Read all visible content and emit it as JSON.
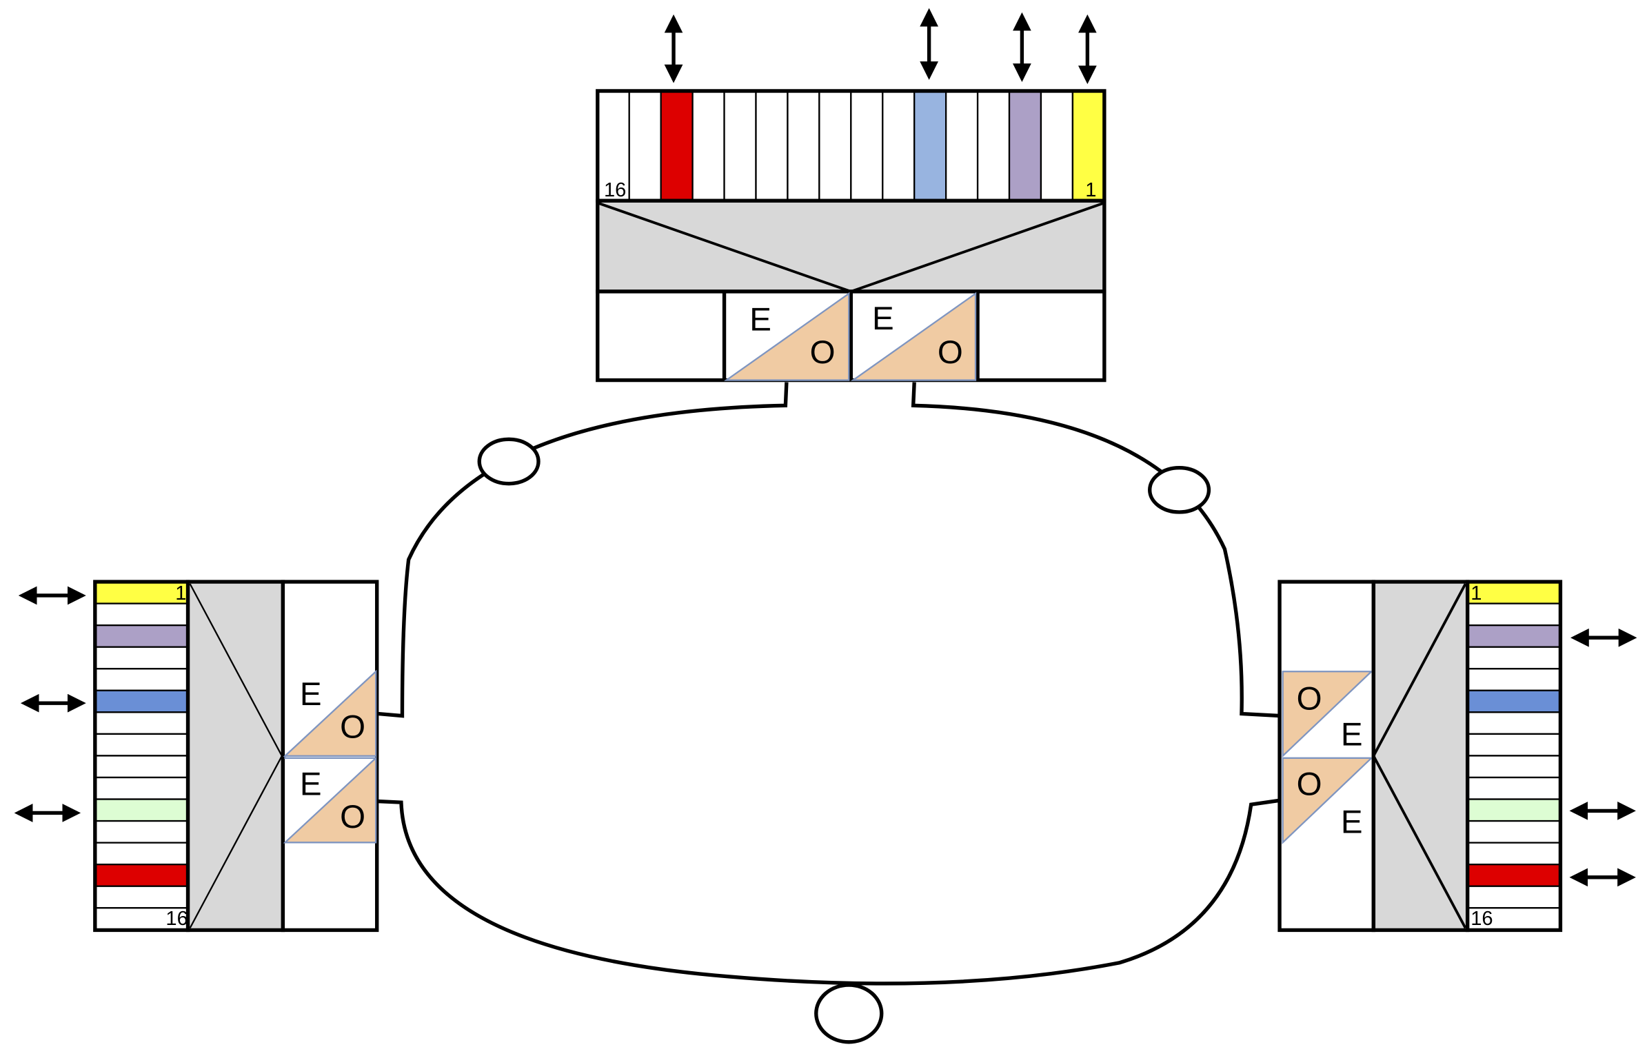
{
  "colors": {
    "red": "#dd0000",
    "blue_light": "#98b4e0",
    "blue": "#6a8fd6",
    "purple": "#aca0c6",
    "yellow": "#ffff44",
    "green": "#ddfdd3",
    "gray": "#d8d8d8",
    "tan": "#f0cba3"
  },
  "top_node": {
    "label_left": "16",
    "label_right": "1",
    "converters": [
      {
        "e": "E",
        "o": "O"
      },
      {
        "e": "E",
        "o": "O"
      }
    ]
  },
  "left_node": {
    "label_top": "1",
    "label_bottom": "16",
    "converters": [
      {
        "e": "E",
        "o": "O"
      },
      {
        "e": "E",
        "o": "O"
      }
    ]
  },
  "right_node": {
    "label_top": "1",
    "label_bottom": "16",
    "converters": [
      {
        "e": "E",
        "o": "O"
      },
      {
        "e": "E",
        "o": "O"
      }
    ]
  }
}
